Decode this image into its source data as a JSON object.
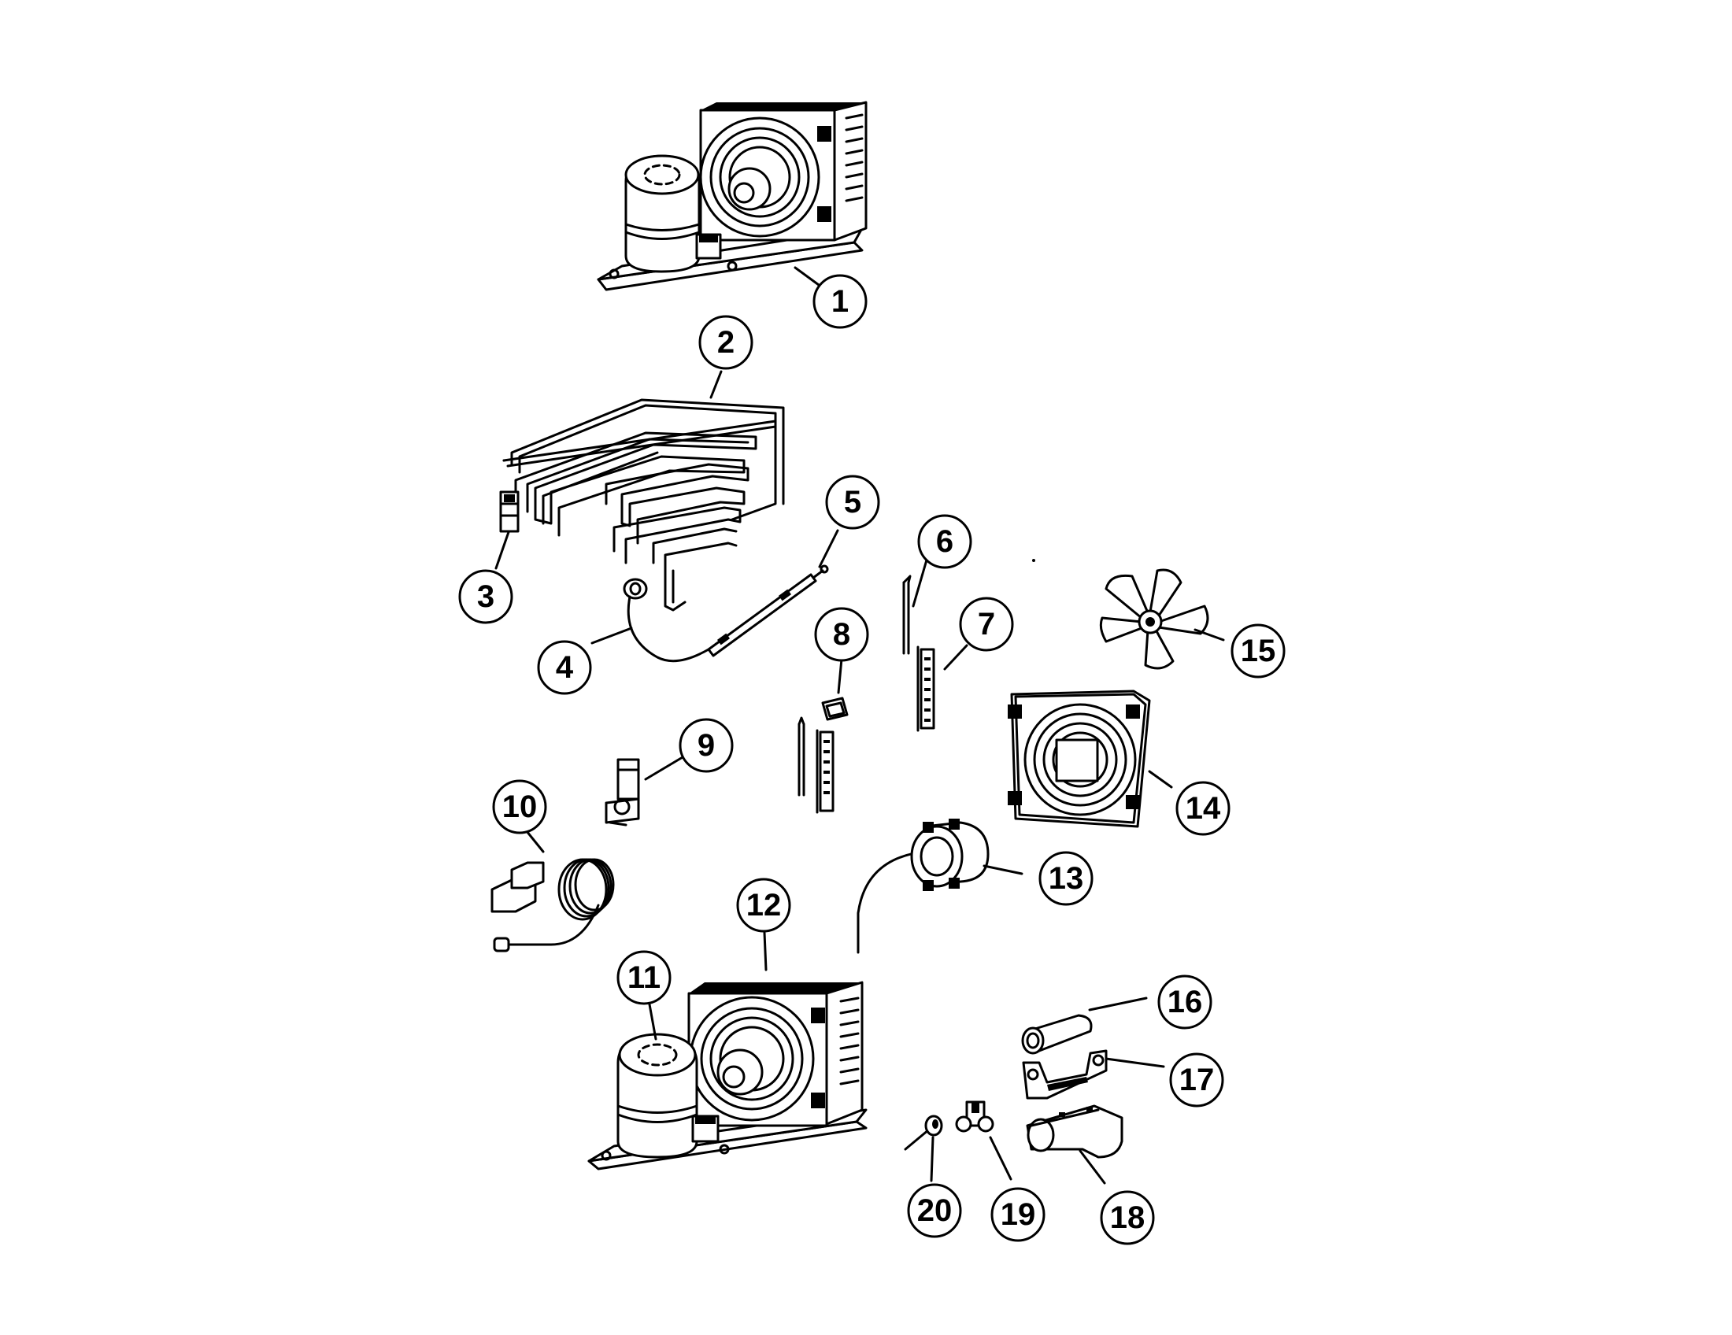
{
  "callouts": [
    {
      "id": "1",
      "label": "1"
    },
    {
      "id": "2",
      "label": "2"
    },
    {
      "id": "3",
      "label": "3"
    },
    {
      "id": "4",
      "label": "4"
    },
    {
      "id": "5",
      "label": "5"
    },
    {
      "id": "6",
      "label": "6"
    },
    {
      "id": "7",
      "label": "7"
    },
    {
      "id": "8",
      "label": "8"
    },
    {
      "id": "9",
      "label": "9"
    },
    {
      "id": "10",
      "label": "10"
    },
    {
      "id": "11",
      "label": "11"
    },
    {
      "id": "12",
      "label": "12"
    },
    {
      "id": "13",
      "label": "13"
    },
    {
      "id": "14",
      "label": "14"
    },
    {
      "id": "15",
      "label": "15"
    },
    {
      "id": "16",
      "label": "16"
    },
    {
      "id": "17",
      "label": "17"
    },
    {
      "id": "18",
      "label": "18"
    },
    {
      "id": "19",
      "label": "19"
    },
    {
      "id": "20",
      "label": "20"
    }
  ],
  "colors": {
    "ink": "#000000",
    "background": "#ffffff"
  }
}
